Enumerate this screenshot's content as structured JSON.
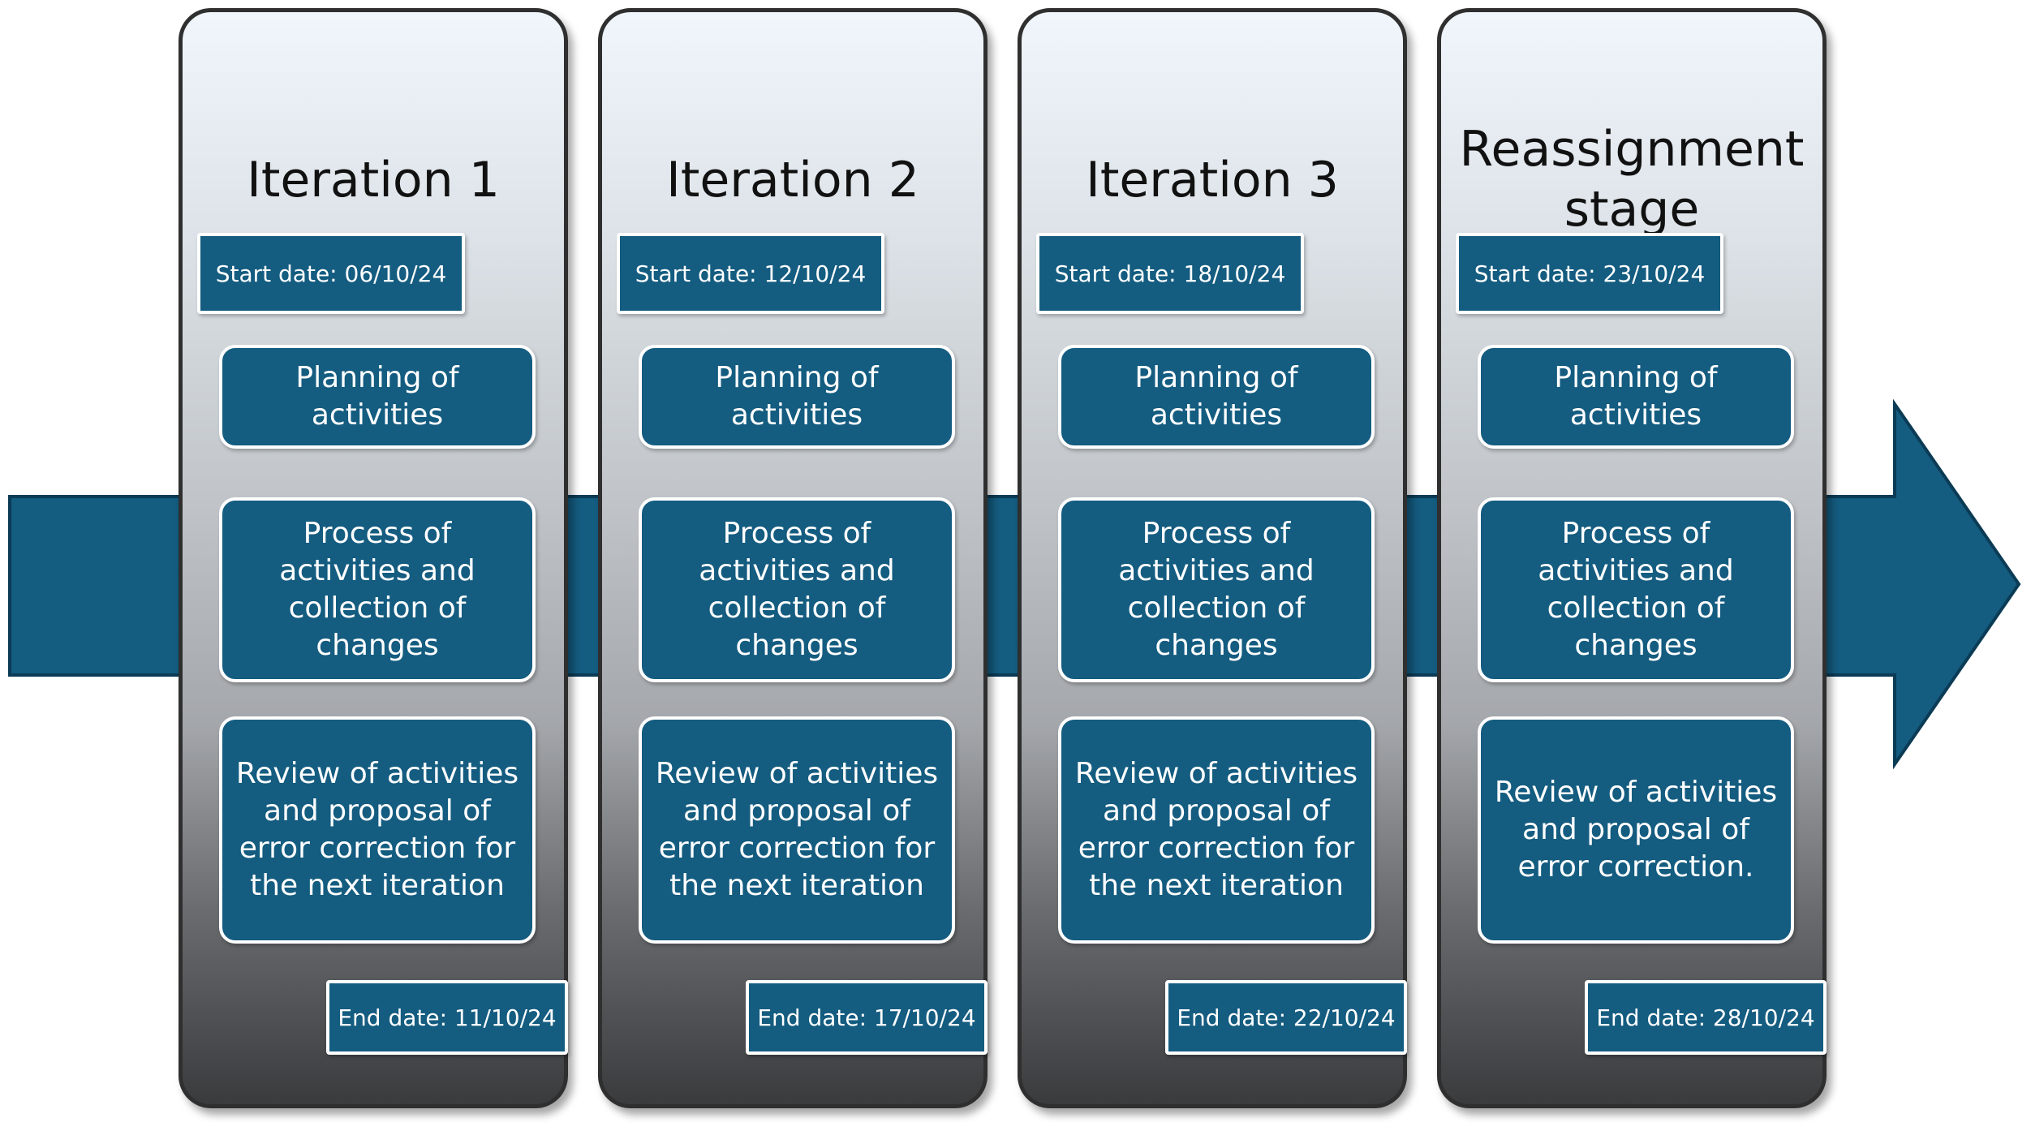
{
  "colors": {
    "box_fill": "#145c80",
    "arrow_fill": "#145c80",
    "box_border": "#ffffff"
  },
  "iterations": [
    {
      "title": "Iteration 1",
      "start": "Start date: 06/10/24",
      "steps": [
        "Planning of activities",
        "Process of activities and collection of changes",
        "Review of activities and proposal of error correction for the next iteration"
      ],
      "end": "End date: 11/10/24"
    },
    {
      "title": "Iteration 2",
      "start": "Start date: 12/10/24",
      "steps": [
        "Planning of activities",
        "Process of activities and collection of changes",
        "Review of activities and proposal of error correction for the next iteration"
      ],
      "end": "End date: 17/10/24"
    },
    {
      "title": "Iteration 3",
      "start": "Start date: 18/10/24",
      "steps": [
        "Planning of activities",
        "Process of activities and collection of changes",
        "Review of activities and proposal of error correction for the next iteration"
      ],
      "end": "End date: 22/10/24"
    },
    {
      "title": "Reassignment stage",
      "start": "Start date: 23/10/24",
      "steps": [
        "Planning of activities",
        "Process of activities and collection of changes",
        "Review of activities and proposal of error correction."
      ],
      "end": "End date: 28/10/24"
    }
  ]
}
